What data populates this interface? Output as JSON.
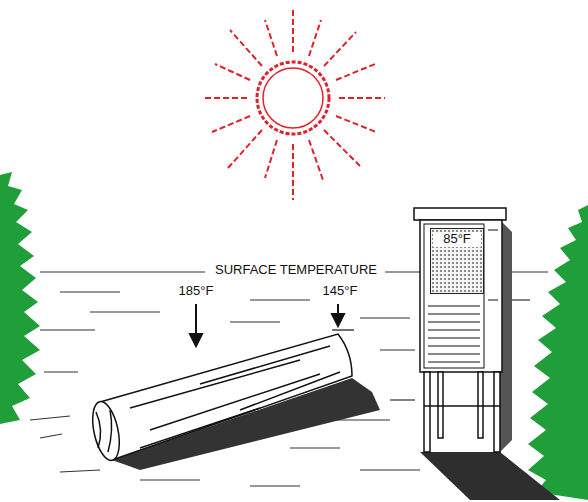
{
  "diagram": {
    "nodes": [
      {
        "text": [
          "85°F"
        ]
      }
    ],
    "labels": [
      "SURFACE TEMPERATURE",
      "185°F",
      "145°F"
    ]
  }
}
